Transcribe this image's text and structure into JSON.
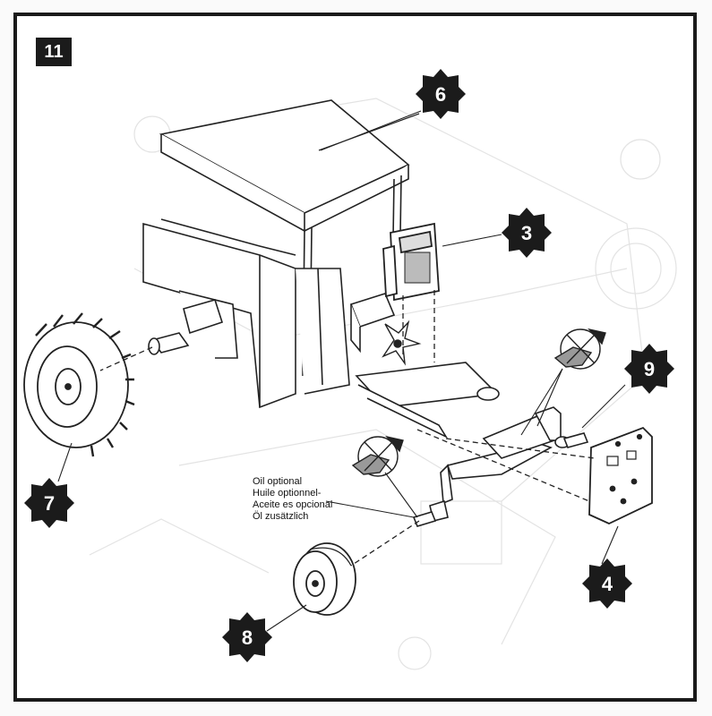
{
  "step_number": "11",
  "callouts": [
    {
      "id": "6",
      "label": "6"
    },
    {
      "id": "3",
      "label": "3"
    },
    {
      "id": "9",
      "label": "9"
    },
    {
      "id": "7",
      "label": "7"
    },
    {
      "id": "4",
      "label": "4"
    },
    {
      "id": "8",
      "label": "8"
    }
  ],
  "oil_note": {
    "lines": [
      "Oil optional",
      "Huile optionnel-",
      "Aceite es opcional",
      "Öl zusätzlich"
    ]
  }
}
